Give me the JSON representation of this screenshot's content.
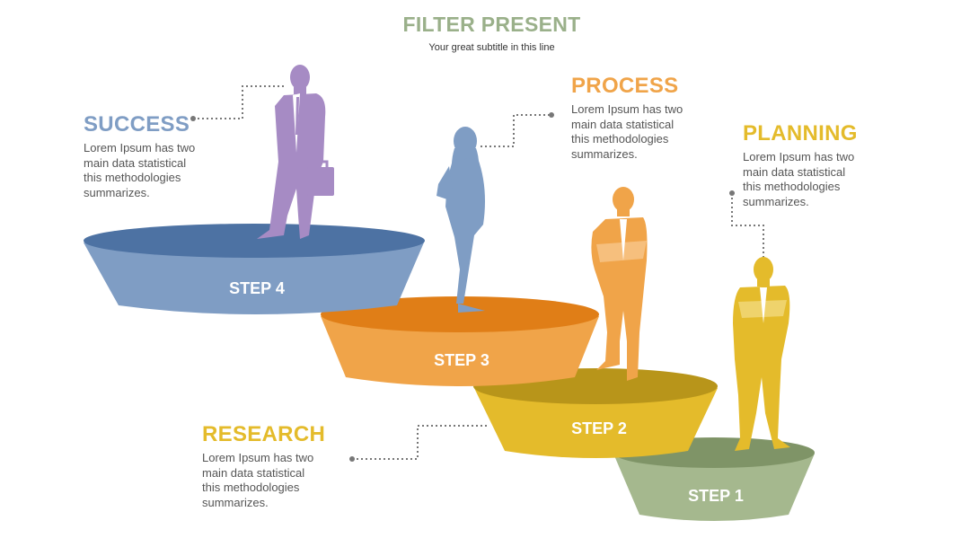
{
  "header": {
    "title": "FILTER PRESENT",
    "subtitle": "Your great subtitle in this line"
  },
  "steps": [
    {
      "label": "STEP 4",
      "heading": "SUCCESS",
      "text": "Lorem Ipsum has two\nmain data statistical\nthis methodologies\nsummarizes.",
      "color": "#7f9dc4",
      "top_color": "#4d72a3",
      "heading_color": "#7f9dc4"
    },
    {
      "label": "STEP 3",
      "heading": "PROCESS",
      "text": "Lorem Ipsum has two\nmain data statistical\nthis methodologies\nsummarizes.",
      "color": "#f0a449",
      "top_color": "#e07e17",
      "heading_color": "#f0a449"
    },
    {
      "label": "STEP 2",
      "heading": "RESEARCH",
      "text": "Lorem Ipsum has two\nmain data statistical\nthis methodologies\nsummarizes.",
      "color": "#e4bb2b",
      "top_color": "#b8951a",
      "heading_color": "#e4bb2b"
    },
    {
      "label": "STEP 1",
      "heading": "PLANNING",
      "text": "Lorem Ipsum has two\nmain data statistical\nthis methodologies\nsummarizes.",
      "color": "#a5b88e",
      "top_color": "#7f9467",
      "heading_color": "#e4bb2b"
    }
  ],
  "figures": {
    "purple": "#a68bc4",
    "blue": "#7f9dc4",
    "orange": "#f0a449",
    "yellow": "#e4bb2b"
  },
  "icons": [
    "businessman-briefcase-icon",
    "woman-silhouette-icon",
    "man-arms-crossed-icon",
    "man-standing-icon"
  ]
}
